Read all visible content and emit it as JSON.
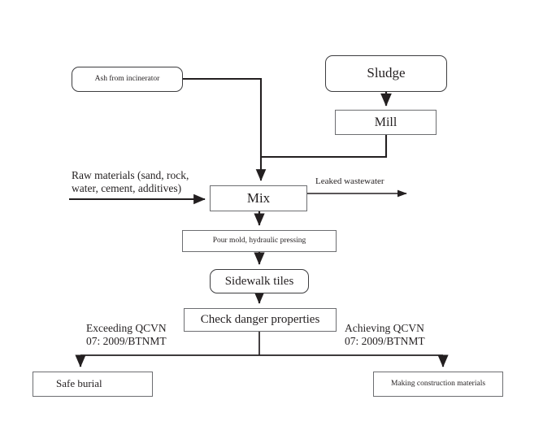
{
  "diagram": {
    "type": "flowchart",
    "title": "Process flow for treating incinerator ash and sludge into sidewalk tiles",
    "colors": {
      "box_stroke": "#6d6e71",
      "rounded_box_stroke": "#3d3d3f",
      "edge_stroke": "#231f20",
      "text": "#231f20",
      "background": "#ffffff"
    },
    "nodes": [
      {
        "id": "ash",
        "label": "Ash from incinerator",
        "shape": "rounded-rect"
      },
      {
        "id": "sludge",
        "label": "Sludge",
        "shape": "rounded-rect"
      },
      {
        "id": "mill",
        "label": "Mill",
        "shape": "rect"
      },
      {
        "id": "mix",
        "label": "Mix",
        "shape": "rect"
      },
      {
        "id": "pour",
        "label": "Pour mold, hydraulic pressing",
        "shape": "rect"
      },
      {
        "id": "tiles",
        "label": "Sidewalk tiles",
        "shape": "rounded-rect"
      },
      {
        "id": "check",
        "label": "Check danger properties",
        "shape": "rect"
      },
      {
        "id": "burial",
        "label": "Safe burial",
        "shape": "rect"
      },
      {
        "id": "construct",
        "label": "Making construction materials",
        "shape": "rect"
      }
    ],
    "edge_labels": [
      {
        "id": "raw",
        "label": "Raw materials (sand, rock,\nwater, cement, additives)"
      },
      {
        "id": "leaked",
        "label": "Leaked wastewater"
      },
      {
        "id": "exceed",
        "label": "Exceeding QCVN\n07: 2009/BTNMT"
      },
      {
        "id": "achieve",
        "label": "Achieving QCVN\n07: 2009/BTNMT"
      }
    ],
    "edges": [
      {
        "from": "ash",
        "to": "mix",
        "style": "orthogonal",
        "arrow": true
      },
      {
        "from": "sludge",
        "to": "mill",
        "style": "straight",
        "arrow": true
      },
      {
        "from": "mill",
        "to": "mix",
        "style": "orthogonal",
        "arrow": true
      },
      {
        "from": "raw",
        "to": "mix",
        "style": "straight",
        "arrow": true
      },
      {
        "from": "mix",
        "to": "leaked",
        "style": "straight",
        "arrow": true
      },
      {
        "from": "mix",
        "to": "pour",
        "style": "straight",
        "arrow": true
      },
      {
        "from": "pour",
        "to": "tiles",
        "style": "straight",
        "arrow": true
      },
      {
        "from": "tiles",
        "to": "check",
        "style": "straight",
        "arrow": true
      },
      {
        "from": "check",
        "to": "burial",
        "style": "orthogonal",
        "arrow": true,
        "label": "exceed"
      },
      {
        "from": "check",
        "to": "construct",
        "style": "orthogonal",
        "arrow": true,
        "label": "achieve"
      }
    ]
  }
}
